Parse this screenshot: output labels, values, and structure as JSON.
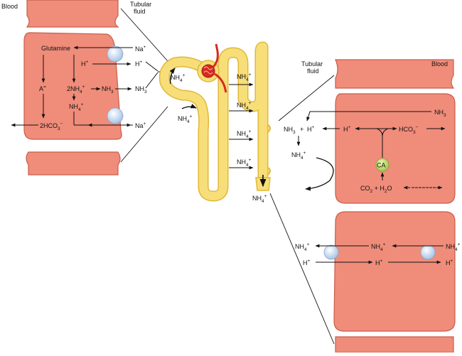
{
  "colors": {
    "cell_fill": "#f08c7a",
    "cell_stroke": "#c95d4b",
    "tubule_fill": "#f7de78",
    "tubule_stroke": "#e0b93a",
    "transporter": "#c9dcf2",
    "enzyme": "#c5dc7a",
    "vessel": "#d62a1e"
  },
  "left_panel": {
    "blood_label": "Blood",
    "tubular_fluid_label_line1": "Tubular",
    "tubular_fluid_label_line2": "fluid",
    "glutamine": "Glutamine",
    "anion_base": "A",
    "anion_charge": "=",
    "h_base": "H",
    "h_charge": "+",
    "na_base": "Na",
    "na_charge": "+",
    "nh4_coef": "2NH",
    "nh4_base": "NH",
    "nh_sub": "4",
    "nh4_charge": "+",
    "nh3_base": "NH",
    "nh3_sub": "3",
    "hco3_base": "2HCO",
    "hco3_sub": "3",
    "hco3_charge": "−"
  },
  "nephron": {
    "nh4_base": "NH",
    "nh4_sub": "4",
    "nh4_charge": "+"
  },
  "right_panel": {
    "tubular_fluid_label_line1": "Tubular",
    "tubular_fluid_label_line2": "fluid",
    "blood_label": "Blood",
    "nh3_base": "NH",
    "nh3_sub": "3",
    "plus": "+",
    "h_base": "H",
    "h_charge": "+",
    "nh4_base": "NH",
    "nh4_sub": "4",
    "nh4_charge": "+",
    "hco3_base": "HCO",
    "hco3_sub": "3",
    "hco3_charge": "−",
    "ca_label": "CA",
    "co2_base": "CO",
    "co2_sub": "2",
    "h2o_h": "H",
    "h2o_sub": "2",
    "h2o_o": "O"
  }
}
